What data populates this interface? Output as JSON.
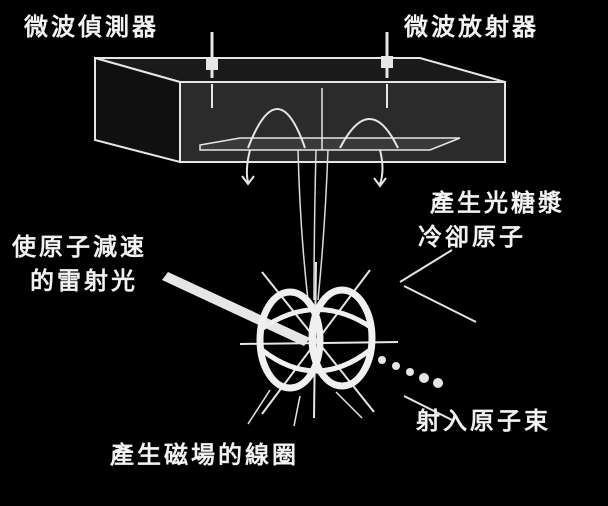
{
  "labels": {
    "microwave_detector": "微波偵測器",
    "microwave_emitter": "微波放射器",
    "cooling_light_line1": "產生光糖漿",
    "cooling_light_line2": "冷卻原子",
    "slowing_laser_line1": "使原子減速",
    "slowing_laser_line2": "的雷射光",
    "atom_beam": "射入原子束",
    "magnetic_coils": "產生磁場的線圈"
  },
  "colors": {
    "background": "#000000",
    "line": "#e6e6e6",
    "text": "#f2f2f2",
    "box_face": "#2b2b2b"
  }
}
